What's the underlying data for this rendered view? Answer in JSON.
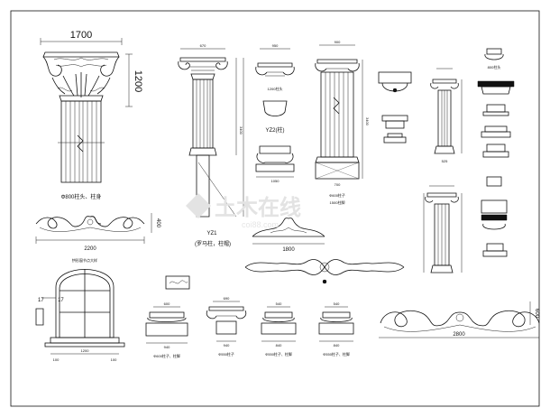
{
  "drawing": {
    "dims": {
      "capital_width": "1700",
      "capital_height": "1200",
      "ornament_left_width": "2200",
      "ornament_left_height": "400",
      "ornament_mid_width": "1800",
      "ornament_right_width": "2800",
      "ornament_right_height": "600",
      "window_left": "17",
      "window_right": "17"
    },
    "labels": {
      "col1_caption": "Φ800柱头、柱身",
      "col2_caption": "YZ1",
      "col2_sub": "(罗马柱，柱帽)",
      "col3_caption": "YZ2(柱)",
      "col4_caption": "Φ600柱子",
      "base1_caption": "Φ600柱子、柱脚",
      "base2_caption": "Φ550柱子",
      "base3_caption": "Φ550柱子、柱脚",
      "base4_caption": "Φ550柱子、柱脚",
      "window_caption": "拱形窗节点大样",
      "note1": "1200柱头",
      "note2": "1500柱脚",
      "note3": "800柱头"
    },
    "watermark": {
      "brand": "土木在线",
      "url": "coi88.com"
    }
  }
}
